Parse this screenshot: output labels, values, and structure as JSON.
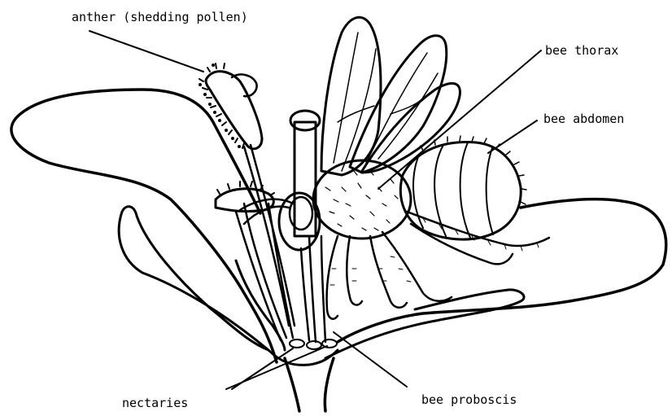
{
  "labels": {
    "anther": "anther (shedding pollen)",
    "thorax": "bee thorax",
    "abdomen": "bee abdomen",
    "nectaries": "nectaries",
    "proboscis": "bee proboscis"
  },
  "colors": {
    "ink": "#000000",
    "paper": "#ffffff"
  }
}
